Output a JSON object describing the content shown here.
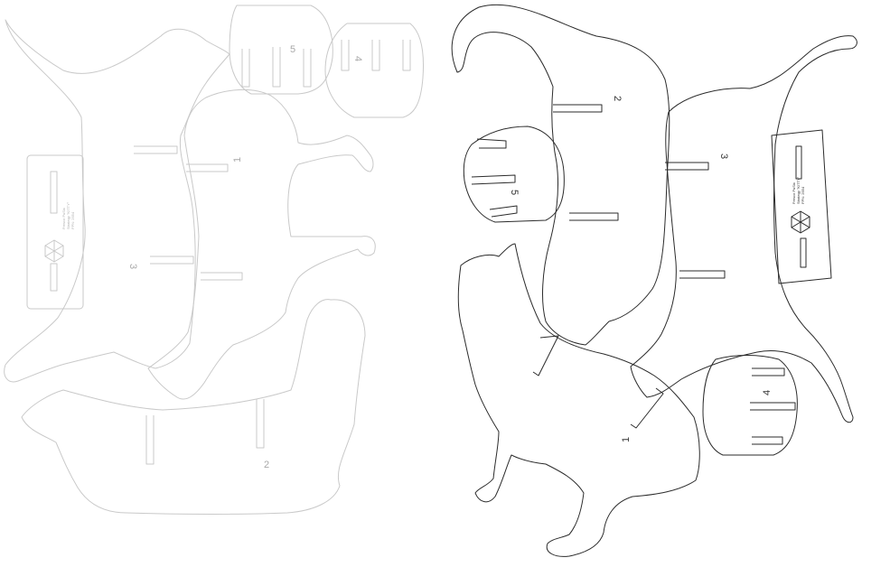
{
  "layouts": {
    "faint": {
      "labels": {
        "p1": "1",
        "p2": "2",
        "p3": "3",
        "p4": "4",
        "p5": "5"
      },
      "tag": {
        "line1": "Fresco PuSix",
        "line2": "Strategy \"KITTY\"",
        "line3": "FPN: 2554"
      }
    },
    "dark": {
      "labels": {
        "p1": "1",
        "p2": "2",
        "p3": "3",
        "p4": "4",
        "p5": "5"
      },
      "tag": {
        "line1": "Fresco PuSix",
        "line2": "Strategy \"KITTY\"",
        "line3": "FPN: 2554"
      }
    }
  },
  "colors": {
    "faint_stroke": "#c9c9c9",
    "dark_stroke": "#2b2b2b",
    "background": "#ffffff"
  },
  "icons": {
    "tag_logo": "hexagon-snowflake-icon"
  }
}
